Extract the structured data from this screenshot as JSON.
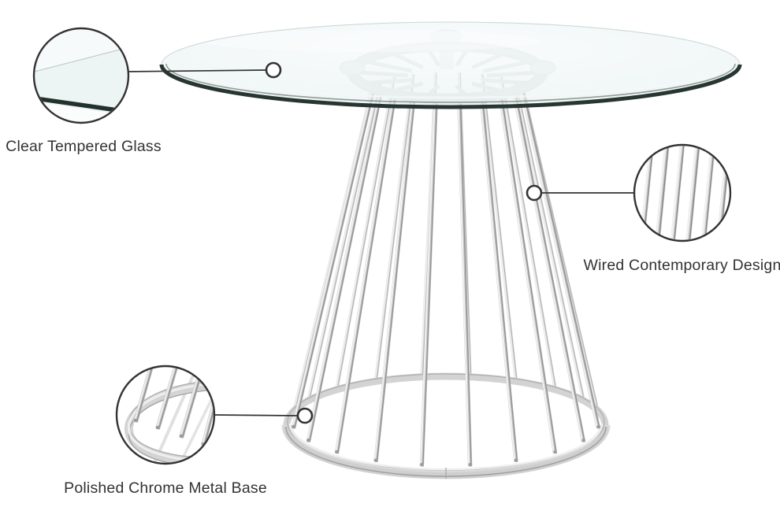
{
  "figure": {
    "type": "product-callout-diagram"
  },
  "annotations": [
    {
      "id": "glass",
      "label": "Clear Tempered Glass"
    },
    {
      "id": "wired",
      "label": "Wired Contemporary Design"
    },
    {
      "id": "base",
      "label": "Polished Chrome Metal Base"
    }
  ],
  "colors": {
    "background": "#ffffff",
    "annotation_line": "#333333",
    "label_text": "#333333",
    "chrome_light": "#f2f2f2",
    "chrome_mid": "#c1c1c1",
    "chrome_dark": "#8f8f8f",
    "chrome_back": "#d9d9d9",
    "glass_tint": "#edf4f4",
    "glass_edge": "#273631"
  }
}
